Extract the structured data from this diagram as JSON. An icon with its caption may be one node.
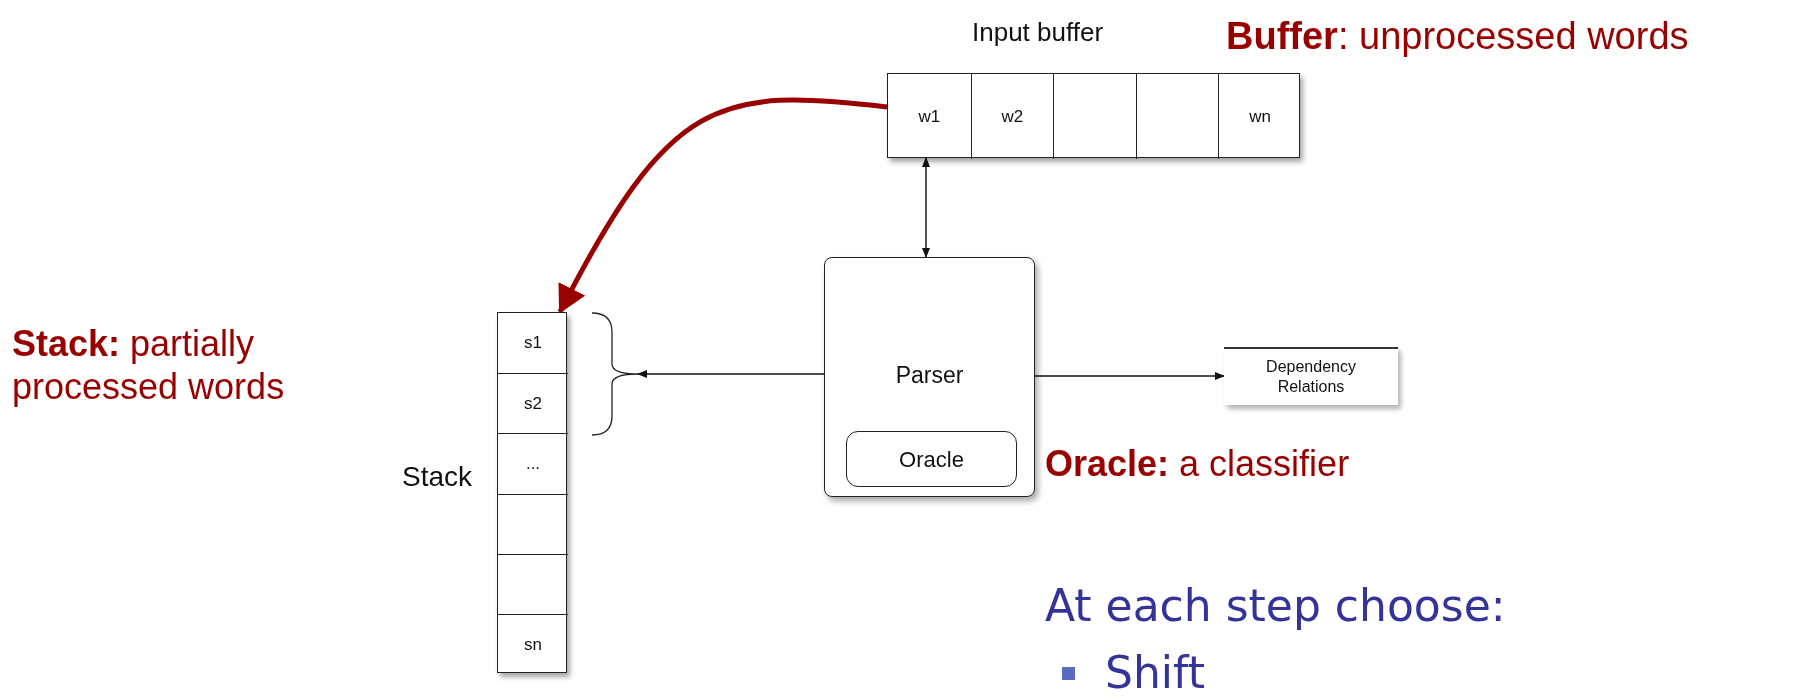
{
  "diagram": {
    "nodes": [
      {
        "text": [
          "Input buffer"
        ]
      },
      {
        "text": [
          "w1"
        ],
        "in": 0
      },
      {
        "text": [
          "w2"
        ],
        "in": 0
      },
      {
        "text": [],
        "shape": "box",
        "in": 0
      },
      {
        "text": [],
        "shape": "box",
        "in": 0
      },
      {
        "text": [
          "wn"
        ],
        "in": 0
      },
      {
        "text": [
          "Stack"
        ]
      },
      {
        "text": [
          "s1"
        ],
        "in": 6
      },
      {
        "text": [
          "s2"
        ],
        "in": 6
      },
      {
        "text": [
          "..."
        ],
        "in": 6
      },
      {
        "text": [],
        "shape": "box",
        "in": 6
      },
      {
        "text": [],
        "shape": "box",
        "in": 6
      },
      {
        "text": [
          "sn"
        ],
        "in": 6
      },
      {
        "text": [],
        "shape": "bracket"
      },
      {
        "text": [
          "Parser"
        ]
      },
      {
        "text": [
          "Oracle"
        ],
        "in": 14
      },
      {
        "text": [
          "Dependency Relations"
        ]
      }
    ],
    "edges": [
      {
        "from": 0,
        "to": 14,
        "arrow": "both"
      },
      {
        "from": 14,
        "to": 13,
        "arrow": "to"
      },
      {
        "from": 14,
        "to": 16,
        "arrow": "to"
      },
      {
        "from": 1,
        "to": 7,
        "arrow": "to",
        "style": "thick",
        "color": "#990000"
      }
    ],
    "labels": [
      "**Buffer**: unprocessed words",
      "**Stack:** partially processed words",
      "**Oracle:** a classifier",
      "At each step choose:",
      "Shift"
    ]
  }
}
